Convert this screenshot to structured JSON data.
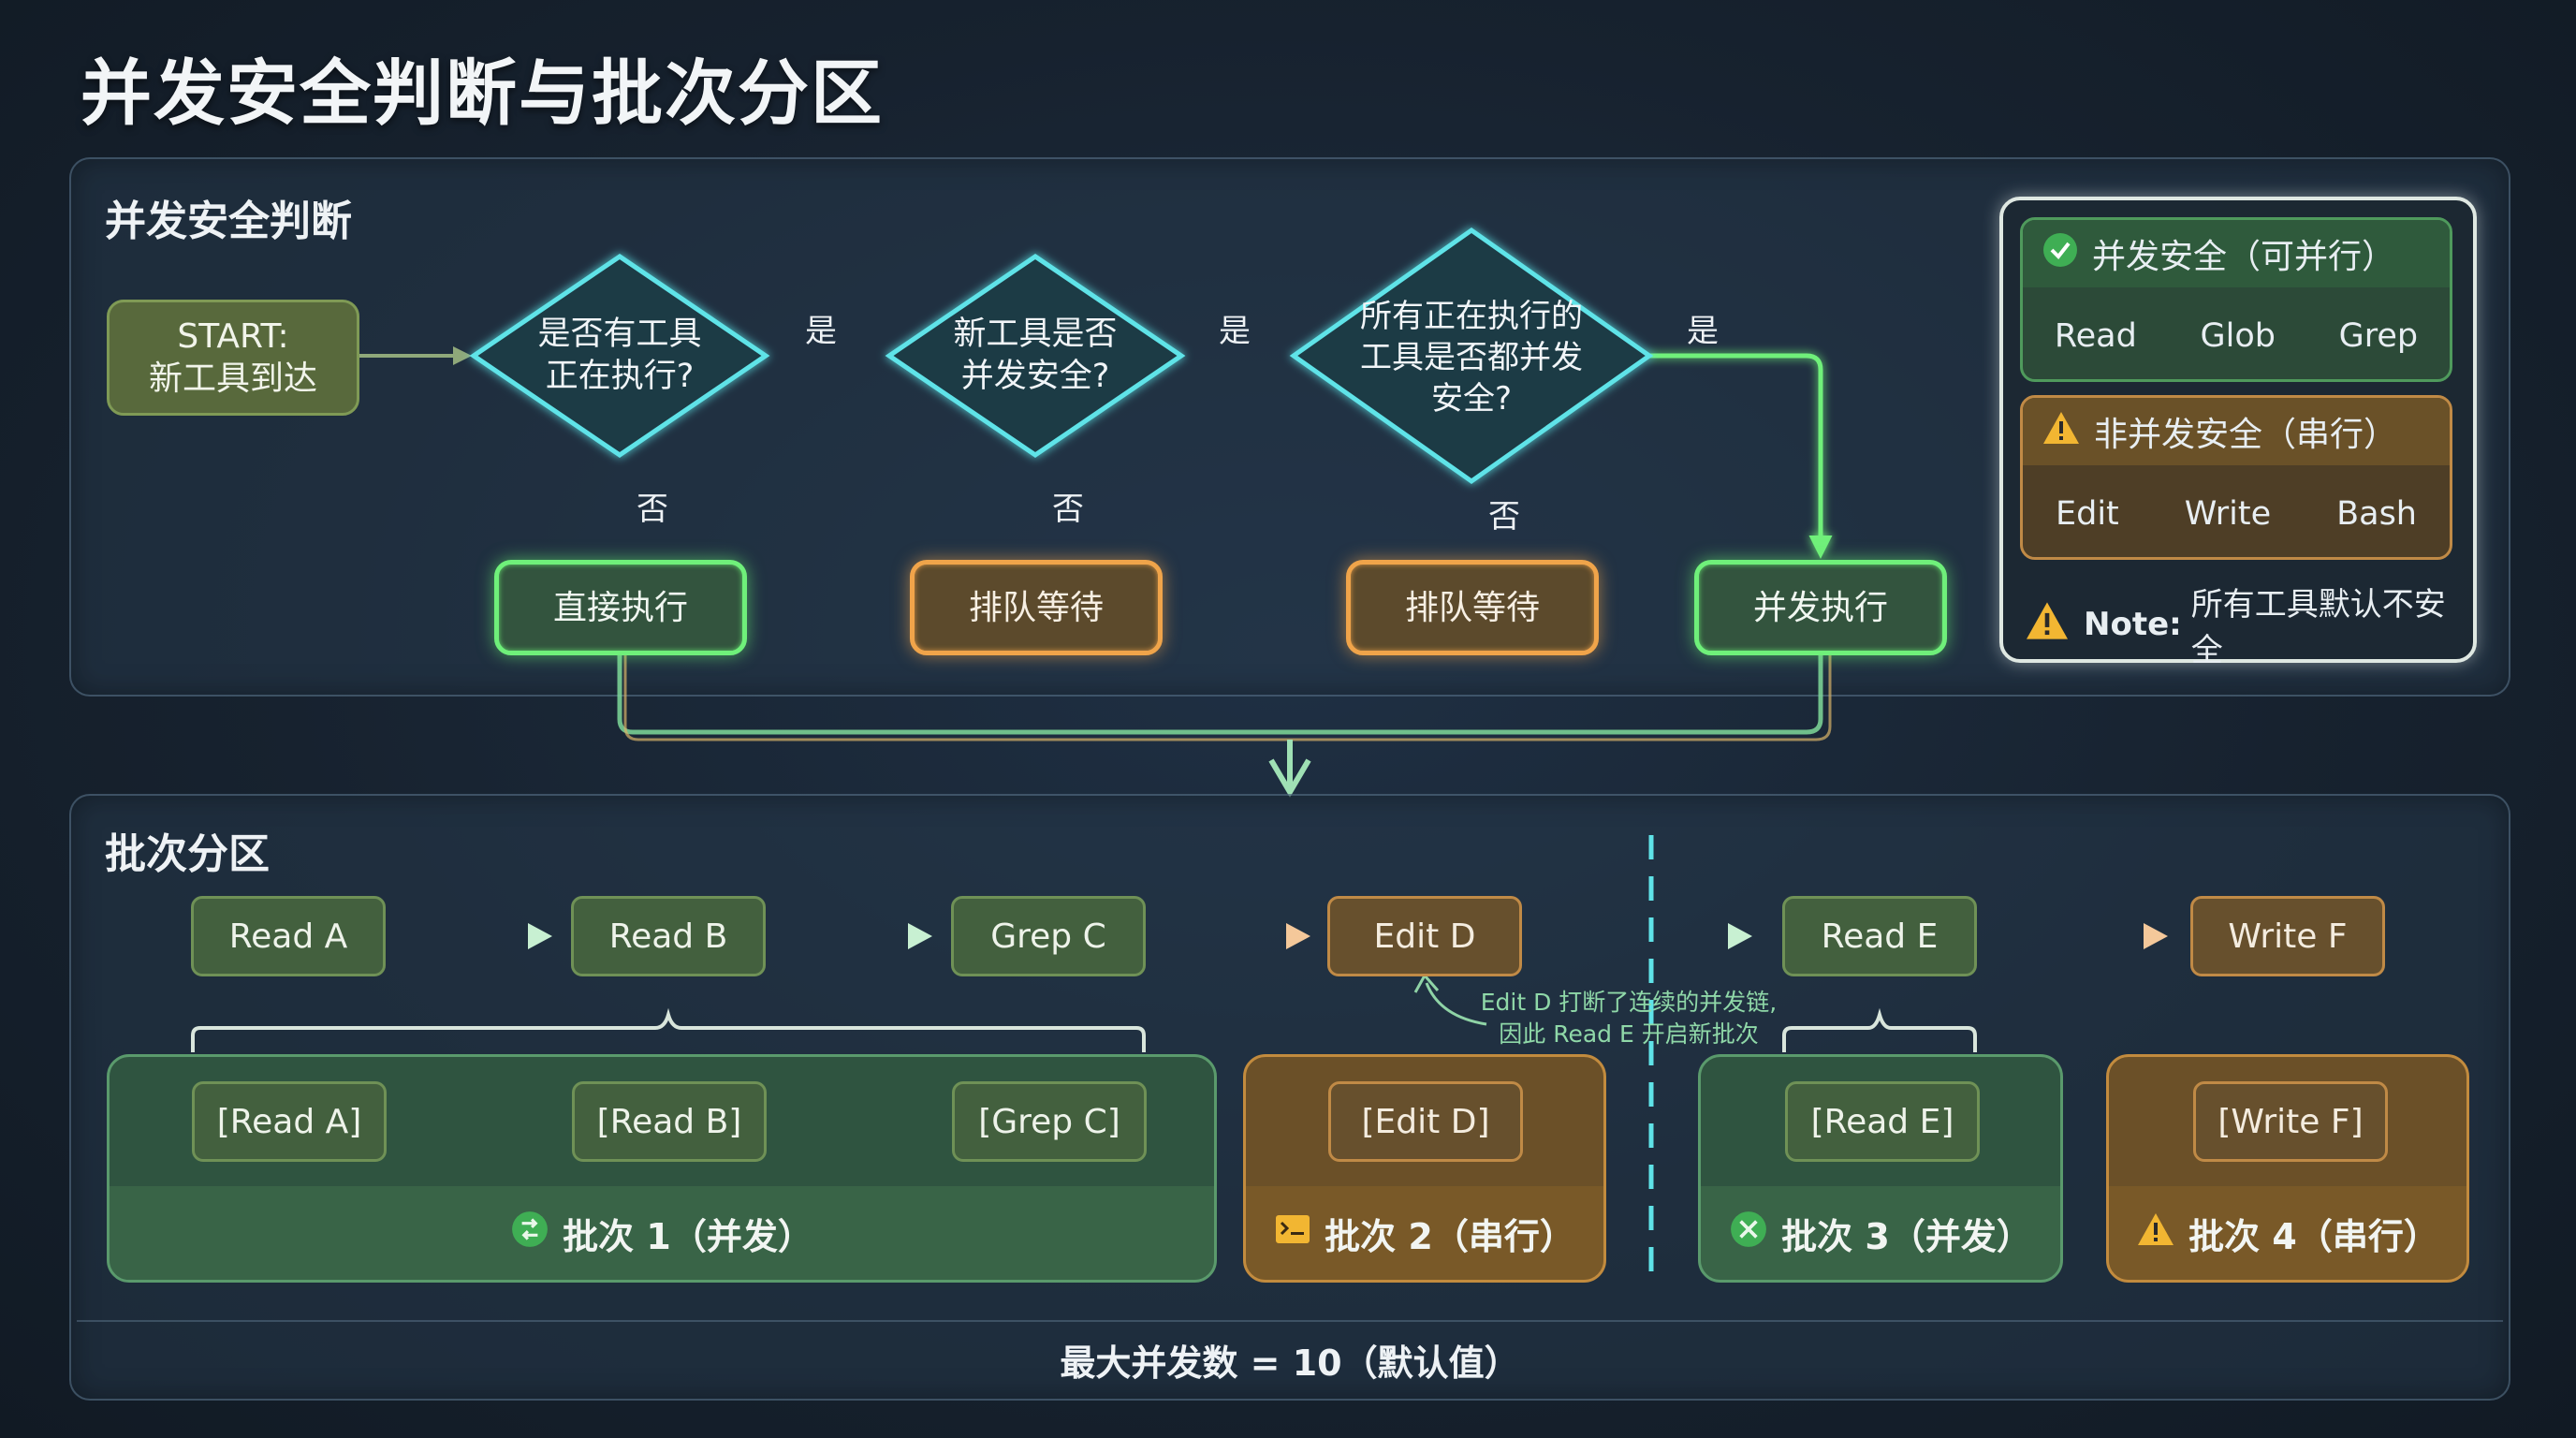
{
  "title": "并发安全判断与批次分区",
  "section1": {
    "title": "并发安全判断",
    "start": {
      "line1": "START:",
      "line2": "新工具到达"
    },
    "decision1": {
      "line1": "是否有工具",
      "line2": "正在执行?"
    },
    "decision2": {
      "line1": "新工具是否",
      "line2": "并发安全?"
    },
    "decision3": {
      "line1": "所有正在执行的",
      "line2": "工具是否都并发",
      "line3": "安全?"
    },
    "yes": "是",
    "no": "否",
    "outcome_direct": "直接执行",
    "outcome_queue1": "排队等待",
    "outcome_queue2": "排队等待",
    "outcome_parallel": "并发执行"
  },
  "legend": {
    "safe_title": "并发安全（可并行）",
    "safe_tools": [
      "Read",
      "Glob",
      "Grep"
    ],
    "unsafe_title": "非并发安全（串行）",
    "unsafe_tools": [
      "Edit",
      "Write",
      "Bash"
    ],
    "note_label": "Note:",
    "note_text": "所有工具默认不安全"
  },
  "section2": {
    "title": "批次分区",
    "sequence": [
      "Read A",
      "Read B",
      "Grep C",
      "Edit D",
      "Read E",
      "Write F"
    ],
    "annotation_line1": "Edit D 打断了连续的并发链,",
    "annotation_line2": "因此 Read E 开启新批次",
    "batches": [
      {
        "items": [
          "[Read A]",
          "[Read B]",
          "[Grep C]"
        ],
        "label": "批次 1（并发）",
        "kind": "parallel"
      },
      {
        "items": [
          "[Edit D]"
        ],
        "label": "批次 2（串行）",
        "kind": "serial"
      },
      {
        "items": [
          "[Read E]"
        ],
        "label": "批次 3（并发）",
        "kind": "parallel"
      },
      {
        "items": [
          "[Write F]"
        ],
        "label": "批次 4（串行）",
        "kind": "serial"
      }
    ],
    "footer": "最大并发数 = 10（默认值）"
  },
  "colors": {
    "green_glow": "#6ff07a",
    "orange_glow": "#f0a44a",
    "cyan_diamond": "#5fe3e8",
    "safe_green": "#3fae54",
    "warn_yellow": "#f2b632"
  }
}
